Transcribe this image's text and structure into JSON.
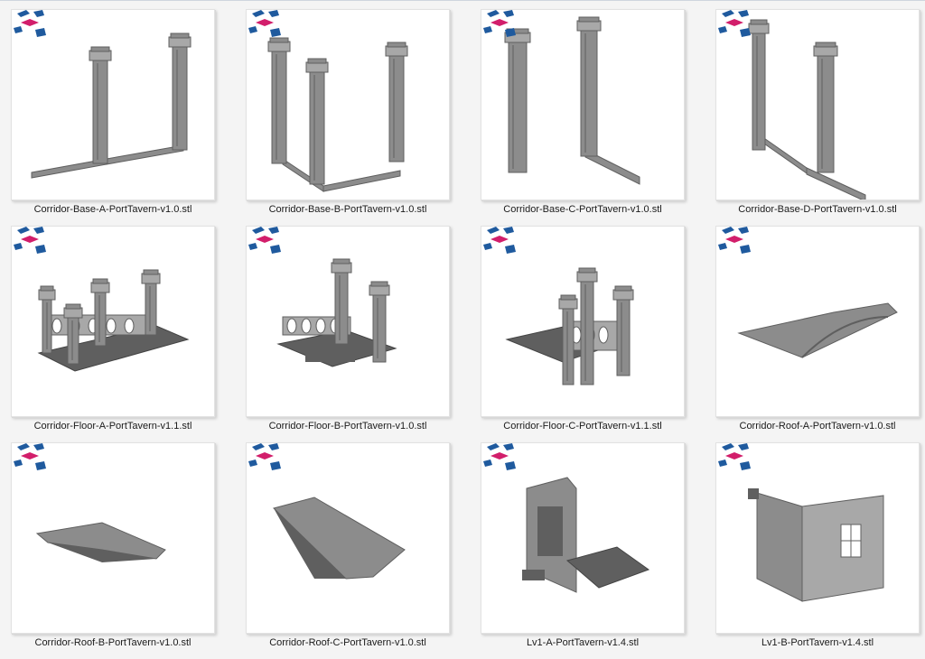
{
  "files": [
    {
      "name": "Corridor-Base-A-PortTavern-v1.0.stl",
      "model": "base-a-model-icon"
    },
    {
      "name": "Corridor-Base-B-PortTavern-v1.0.stl",
      "model": "base-b-model-icon"
    },
    {
      "name": "Corridor-Base-C-PortTavern-v1.0.stl",
      "model": "base-c-model-icon"
    },
    {
      "name": "Corridor-Base-D-PortTavern-v1.0.stl",
      "model": "base-d-model-icon"
    },
    {
      "name": "Corridor-Floor-A-PortTavern-v1.1.stl",
      "model": "floor-a-model-icon"
    },
    {
      "name": "Corridor-Floor-B-PortTavern-v1.0.stl",
      "model": "floor-b-model-icon"
    },
    {
      "name": "Corridor-Floor-C-PortTavern-v1.1.stl",
      "model": "floor-c-model-icon"
    },
    {
      "name": "Corridor-Roof-A-PortTavern-v1.0.stl",
      "model": "roof-a-model-icon"
    },
    {
      "name": "Corridor-Roof-B-PortTavern-v1.0.stl",
      "model": "roof-b-model-icon"
    },
    {
      "name": "Corridor-Roof-C-PortTavern-v1.0.stl",
      "model": "roof-c-model-icon"
    },
    {
      "name": "Lv1-A-PortTavern-v1.4.stl",
      "model": "wall-a-model-icon"
    },
    {
      "name": "Lv1-B-PortTavern-v1.4.stl",
      "model": "wall-b-model-icon"
    }
  ],
  "colors": {
    "model_gray": "#8c8c8c",
    "model_dark": "#5f5f5f",
    "logo_blue": "#1f5a9e",
    "logo_pink": "#d21e6b"
  },
  "icon": "stl-viewer-logo-icon"
}
